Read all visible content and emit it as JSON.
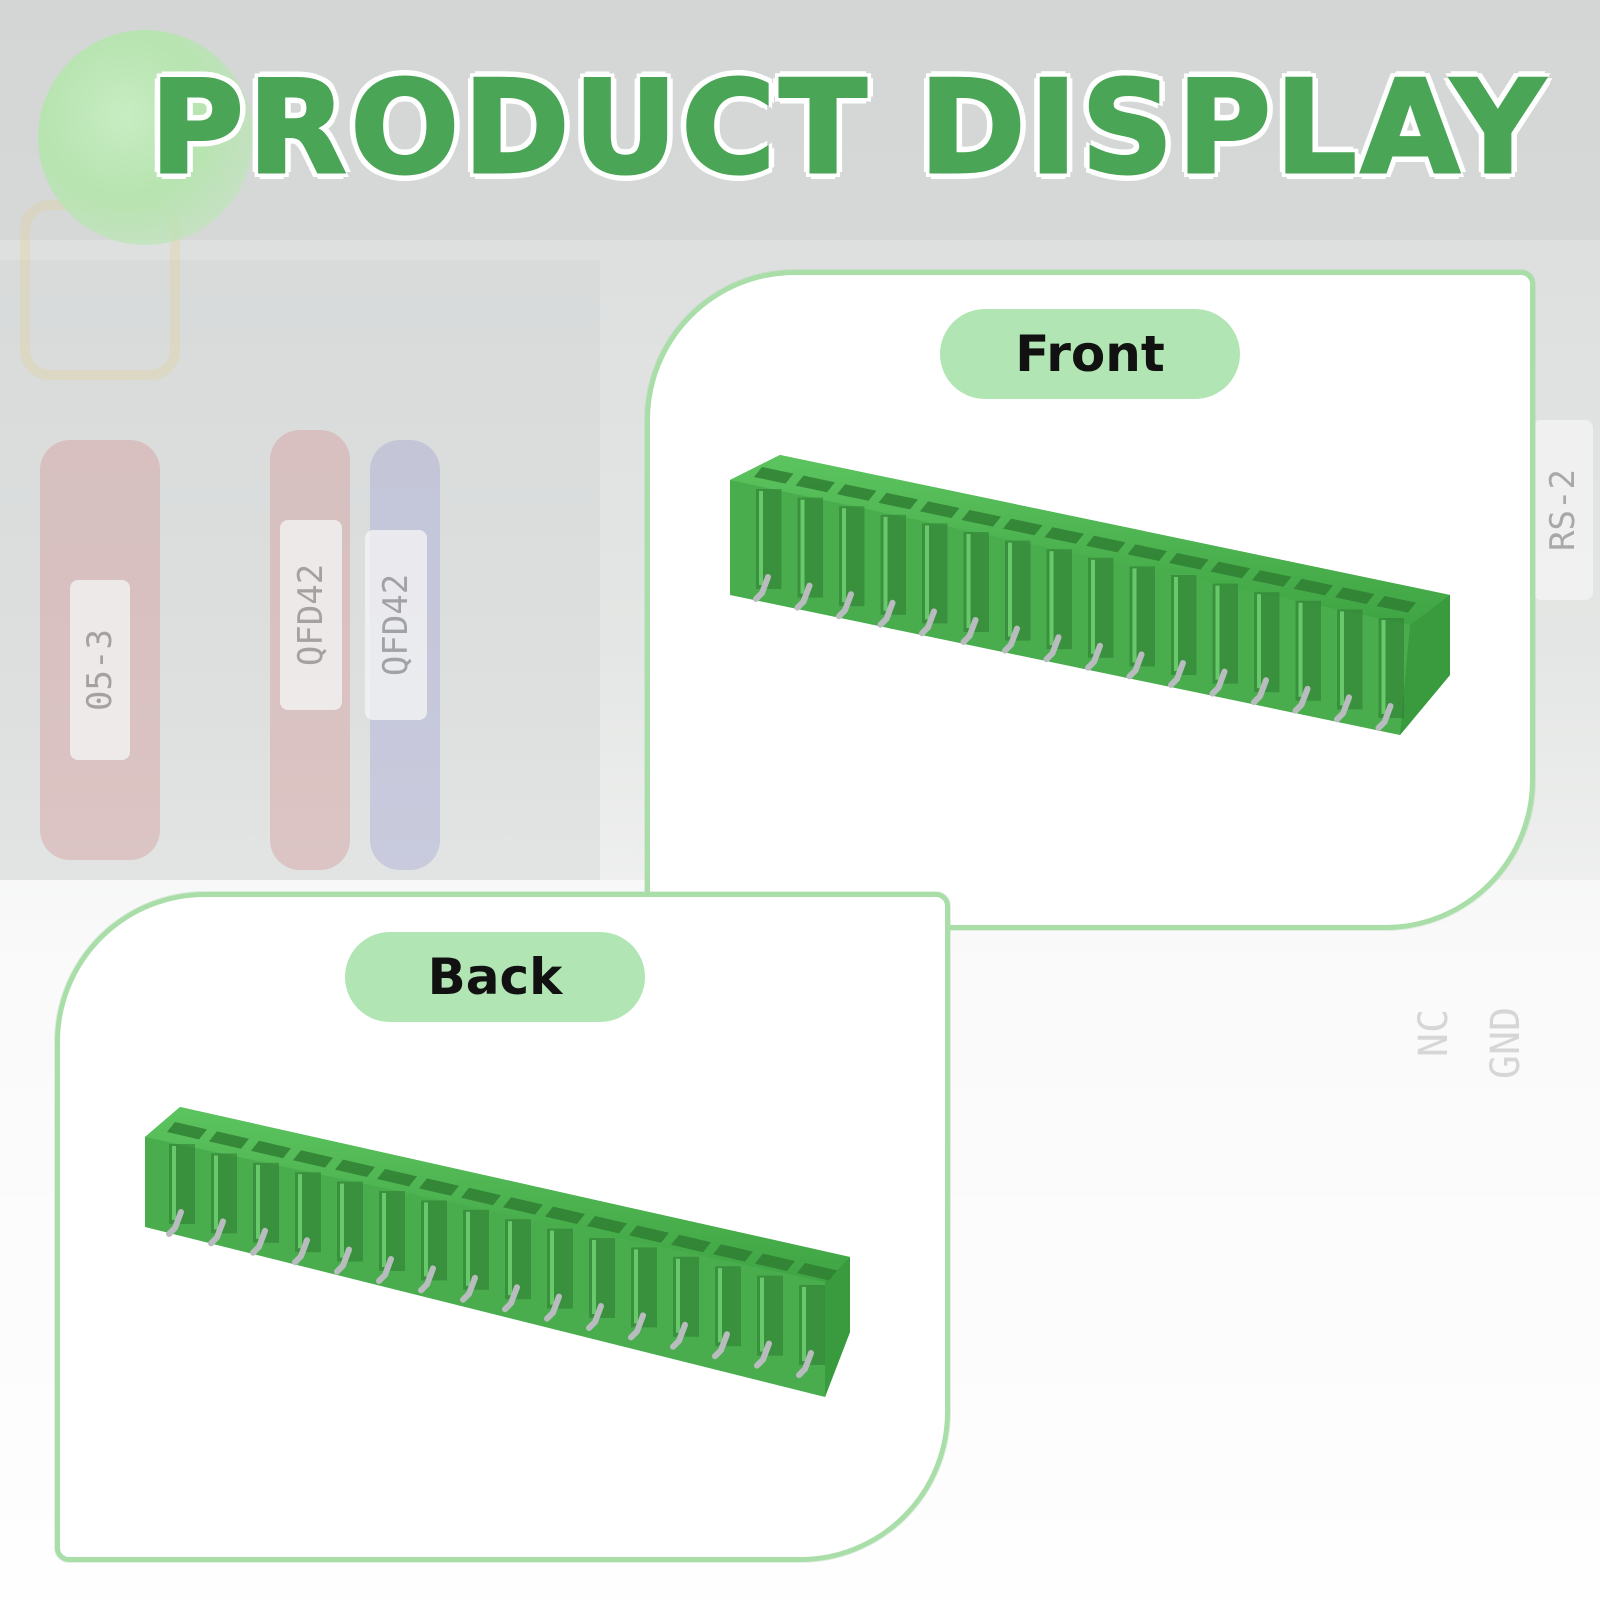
{
  "title": "PRODUCT DISPLAY",
  "front": {
    "label": "Front"
  },
  "back": {
    "label": "Back"
  },
  "background_labels": [
    "05-3",
    "QFD42",
    "QFD42",
    "RS-2",
    "NC",
    "GND"
  ],
  "colors": {
    "title_green": "#4aa556",
    "pill_green": "#b2e5b4",
    "card_border": "#a9dea9",
    "terminal_green": "#4cb44f",
    "terminal_dark": "#3c9a40",
    "pin_metal": "#b9bcbf"
  },
  "icons": {
    "front_product": "terminal-block-front-image",
    "back_product": "terminal-block-back-image"
  }
}
